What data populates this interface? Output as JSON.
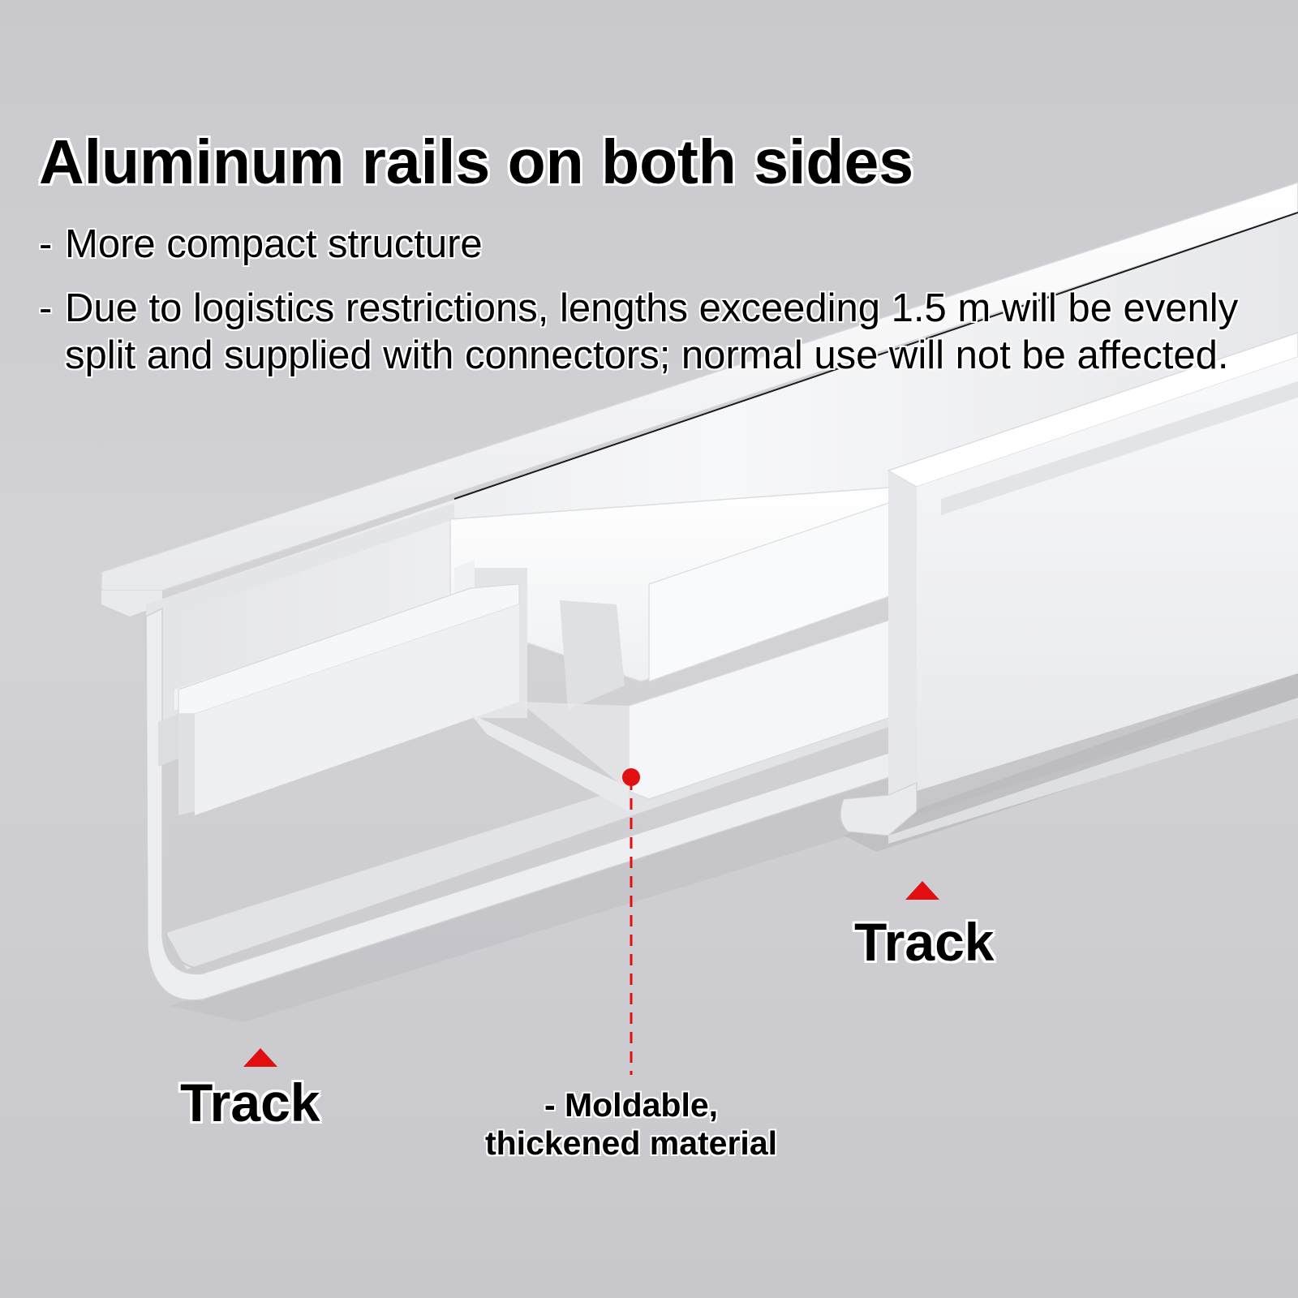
{
  "headline": "Aluminum rails on both sides",
  "bullets": [
    {
      "dash": "-",
      "text": "More compact structure"
    },
    {
      "dash": "-",
      "text": "Due to logistics restrictions, lengths exceeding 1.5 m will be evenly split and supplied with connectors; normal use will not be affected."
    }
  ],
  "labels": {
    "track_left": "Track",
    "track_right": "Track",
    "material_line1": "- Moldable,",
    "material_line2": "thickened material"
  },
  "colors": {
    "background": "#cbcbcf",
    "rail": "#f4f5f7",
    "marker": "#e10f12",
    "text": "#000000",
    "text_outline": "#ffffff"
  },
  "icons": {
    "track_pointer": "red-triangle-pointer",
    "callout_dot": "red-dot",
    "callout_line": "red-dashed-leader-line"
  }
}
